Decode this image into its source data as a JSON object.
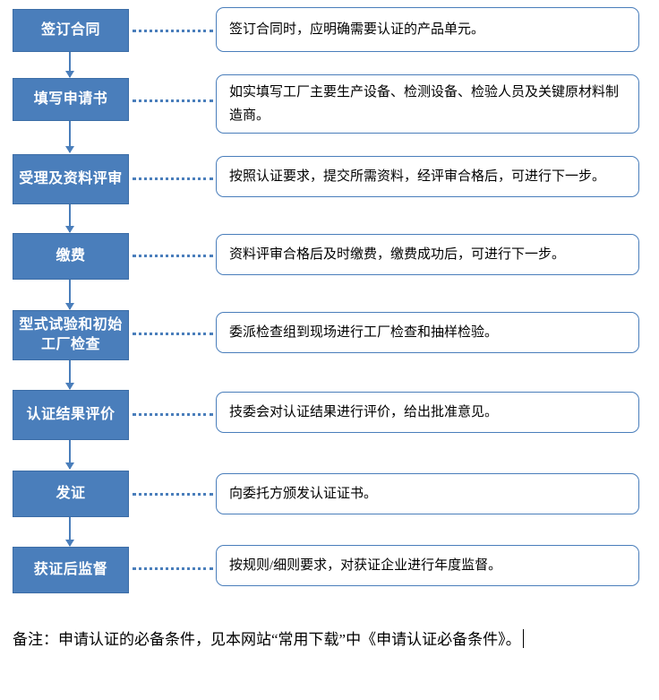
{
  "diagram": {
    "type": "flowchart",
    "title_visible": false,
    "accent_color": "#4a7ebb",
    "steps": [
      {
        "label": "签订合同",
        "note": "签订合同时，应明确需要认证的产品单元。"
      },
      {
        "label": "填写申请书",
        "note": "如实填写工厂主要生产设备、检测设备、检验人员及关键原材料制造商。"
      },
      {
        "label": "受理及资料评审",
        "note": "按照认证要求，提交所需资料，经评审合格后，可进行下一步。"
      },
      {
        "label": "缴费",
        "note": "资料评审合格后及时缴费，缴费成功后，可进行下一步。"
      },
      {
        "label": "型式试验和初始工厂检查",
        "note": "委派检查组到现场进行工厂检查和抽样检验。"
      },
      {
        "label": "认证结果评价",
        "note": "技委会对认证结果进行评价，给出批准意见。"
      },
      {
        "label": "发证",
        "note": "向委托方颁发认证证书。"
      },
      {
        "label": "获证后监督",
        "note": "按规则/细则要求，对获证企业进行年度监督。"
      }
    ]
  },
  "remark": {
    "text": "备注：申请认证的必备条件，见本网站“常用下载”中《申请认证必备条件》。"
  }
}
